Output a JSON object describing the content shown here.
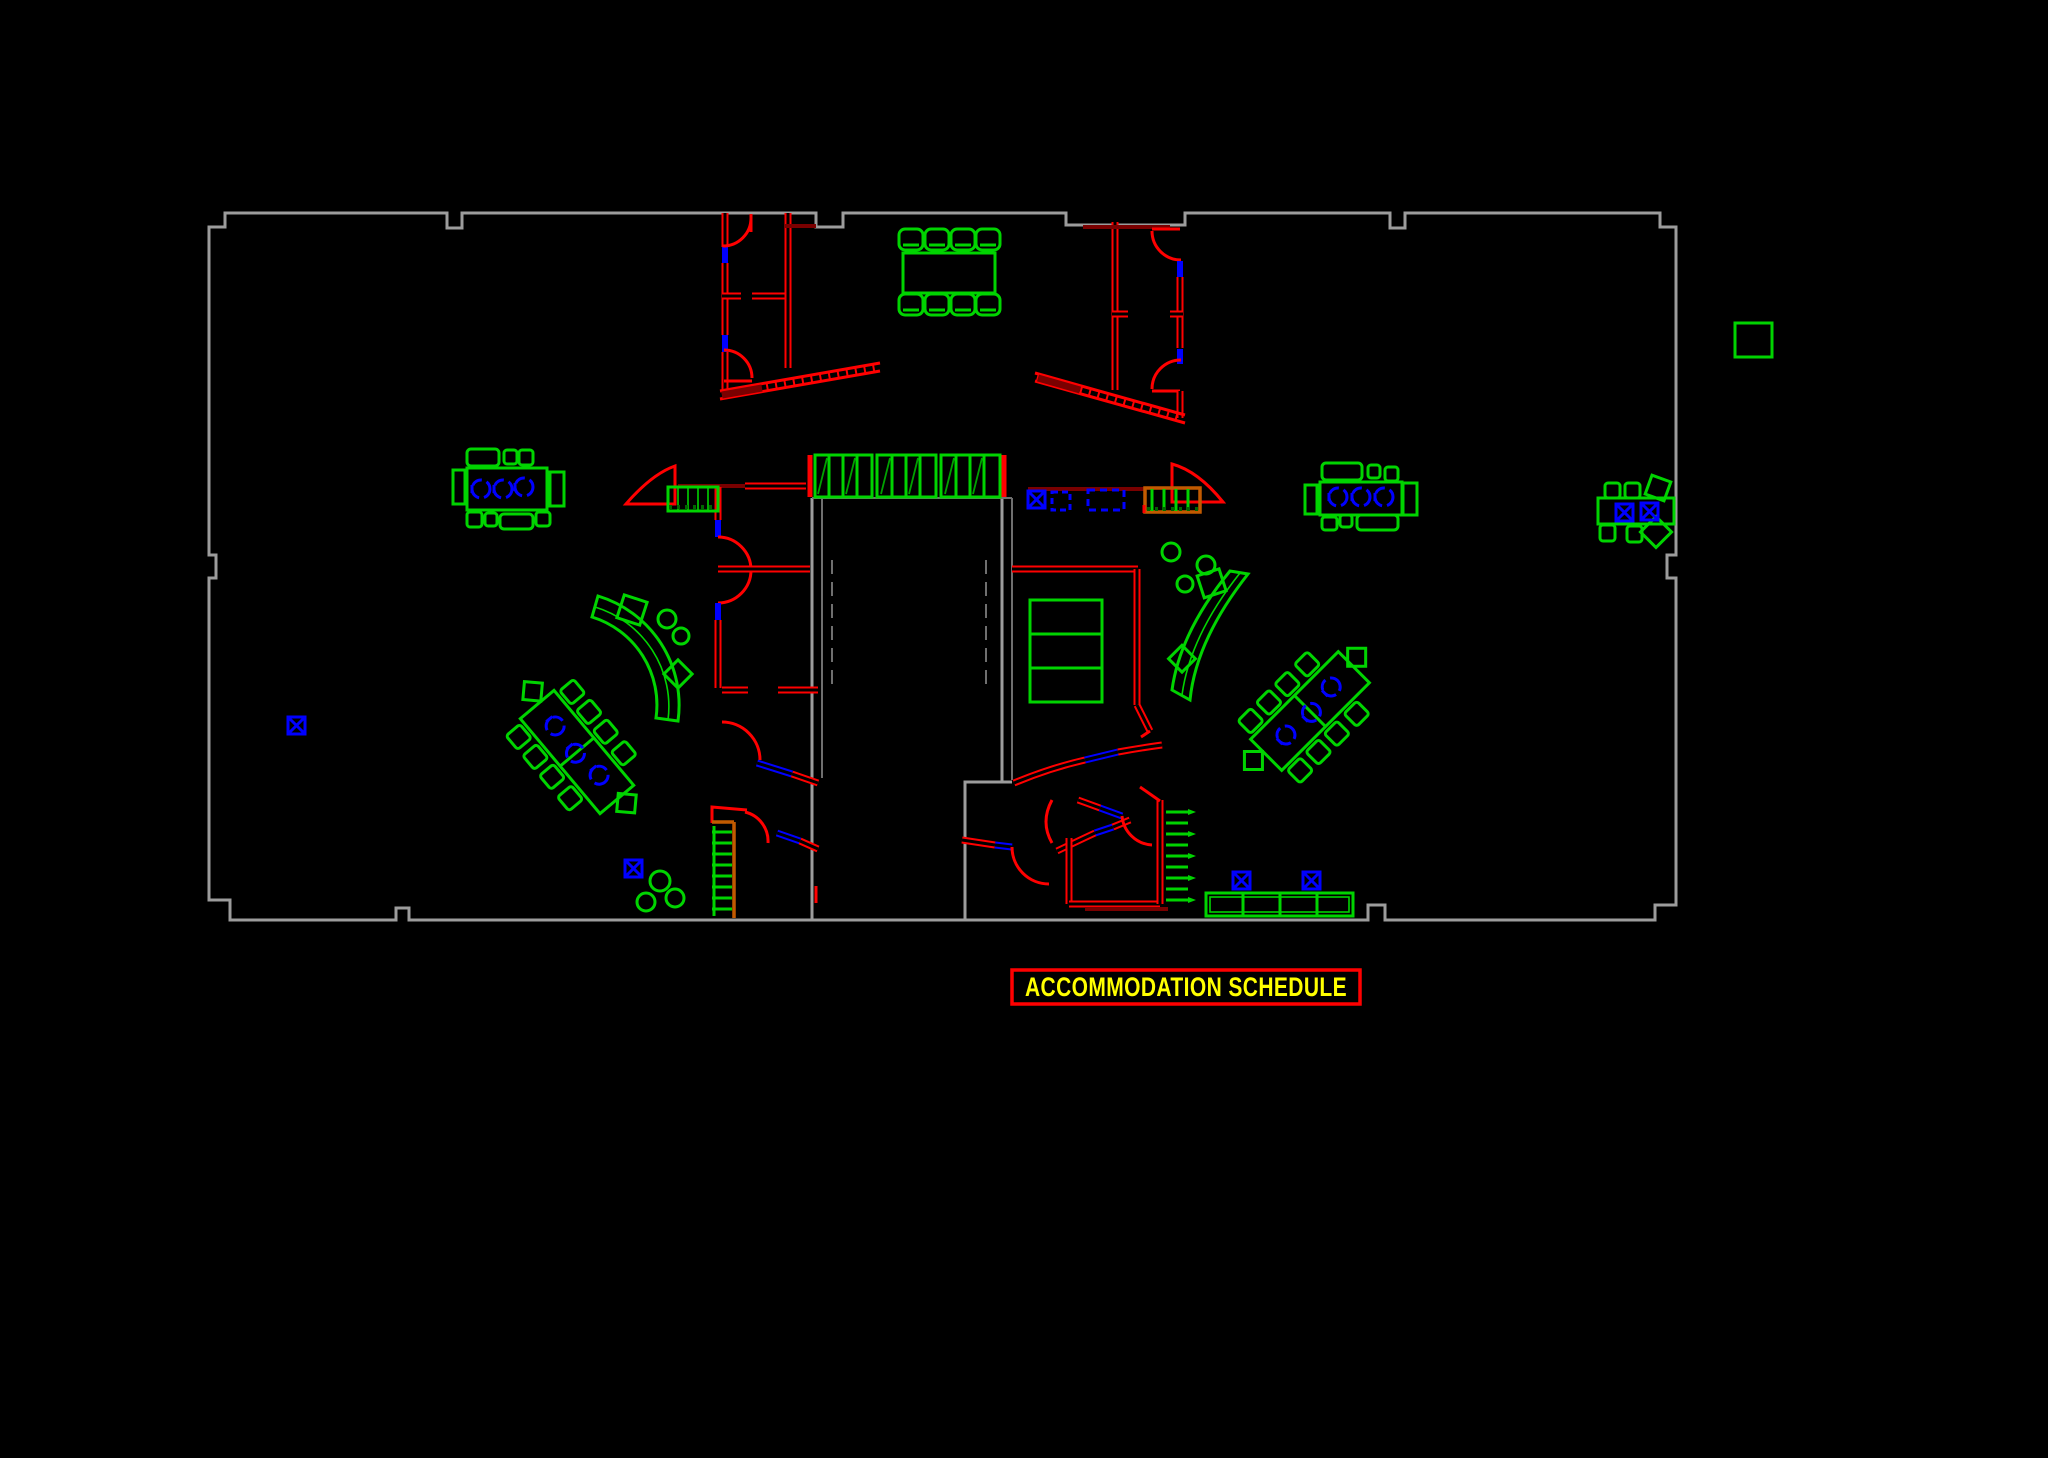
{
  "schedule_label": {
    "text": "ACCOMMODATION SCHEDULE",
    "text_color": "#ffff00",
    "border_color": "#ff0000"
  },
  "legend": {
    "swatch_color": "#00d400"
  },
  "palette": {
    "background": "#000000",
    "outline_gray": "#9c9c9c",
    "inner_gray": "#6f6f6f",
    "wall_red": "#ff0000",
    "dark_red": "#7a0000",
    "furniture_green": "#00d400",
    "hatch_green": "#00a000",
    "dark_green": "#006600",
    "accent_blue": "#0000ff",
    "stair_orange": "#c25a00",
    "label_yellow": "#ffff00"
  },
  "plan": {
    "type": "office-floor-plan",
    "furniture": [
      {
        "name": "conference-table",
        "chairs": 8,
        "location": "top-center"
      },
      {
        "name": "meeting-table-left",
        "blue_chairs": 3,
        "location": "center-left"
      },
      {
        "name": "meeting-table-right",
        "blue_chairs": 3,
        "location": "center-right"
      },
      {
        "name": "hot-desk-table-far-right",
        "blue_units": 2,
        "location": "right"
      },
      {
        "name": "curved-reception-desk",
        "count": 2,
        "location": "center-left and center-right"
      },
      {
        "name": "angled-desk-cluster",
        "count": 2,
        "blue_chairs_each": 3
      },
      {
        "name": "storage-cabinets-core",
        "groups": 3,
        "location": "above central core"
      },
      {
        "name": "staircase",
        "count": 3
      },
      {
        "name": "bench-counter-bottom",
        "sections": 4,
        "blue_units": 2
      },
      {
        "name": "bookshelf-core-right",
        "shelves": 3
      }
    ]
  }
}
